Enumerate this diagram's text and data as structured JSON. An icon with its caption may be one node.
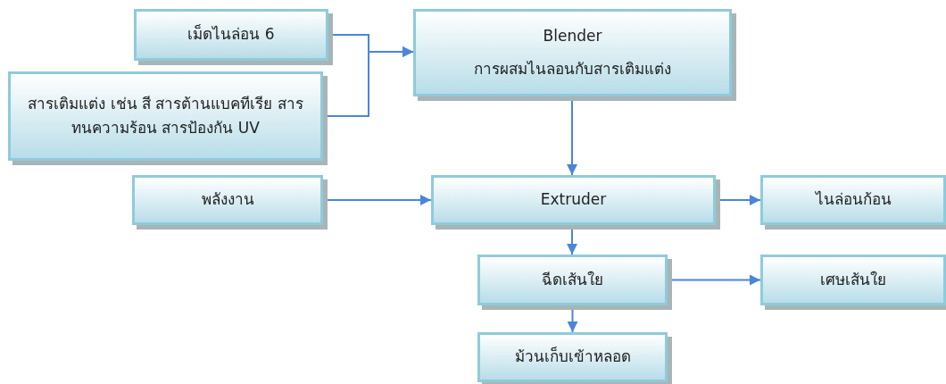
{
  "diagram": {
    "nodes": [
      {
        "text": [
          "เม็ดไนล่อน 6"
        ]
      },
      {
        "text": [
          "สารเติมแต่ง เช่น สี สารต้านแบคทีเรีย สารทนความร้อน สารป้องกัน UV"
        ]
      },
      {
        "text": [
          "Blender",
          "การผสมไนลอนกับสารเติมแต่ง"
        ]
      },
      {
        "text": [
          "พลังงาน"
        ]
      },
      {
        "text": [
          "Extruder"
        ]
      },
      {
        "text": [
          "ไนล่อนก้อน"
        ]
      },
      {
        "text": [
          "ฉีดเส้นใย"
        ]
      },
      {
        "text": [
          "เศษเส้นใย"
        ]
      },
      {
        "text": [
          "ม้วนเก็บเข้าหลอด"
        ]
      }
    ],
    "edges": [
      {
        "from": 0,
        "to": 2,
        "arrow": "to"
      },
      {
        "from": 1,
        "to": 2,
        "arrow": "to"
      },
      {
        "from": 2,
        "to": 4,
        "arrow": "to"
      },
      {
        "from": 3,
        "to": 4,
        "arrow": "to"
      },
      {
        "from": 4,
        "to": 5,
        "arrow": "to"
      },
      {
        "from": 4,
        "to": 6,
        "arrow": "to"
      },
      {
        "from": 6,
        "to": 7,
        "arrow": "to"
      },
      {
        "from": 6,
        "to": 8,
        "arrow": "to"
      }
    ]
  }
}
